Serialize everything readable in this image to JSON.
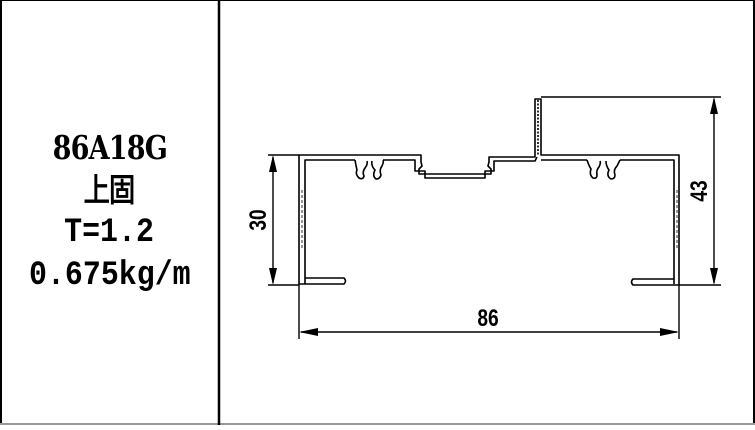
{
  "info": {
    "model": "86A18G",
    "name": "上固",
    "thickness": "T=1.2",
    "weight": "0.675kg/m"
  },
  "dimensions": {
    "width": "86",
    "left_height": "30",
    "right_height": "43"
  },
  "colors": {
    "line": "#000000",
    "background": "#ffffff",
    "border_bottom": "#999999"
  }
}
